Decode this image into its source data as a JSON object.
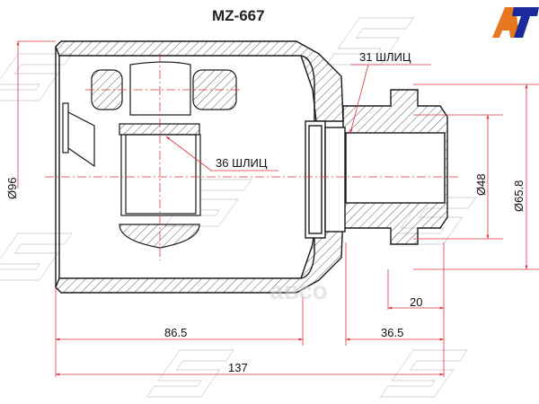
{
  "title": "MZ-667",
  "brand": {
    "logo_text_left": "A",
    "logo_text_right": "T",
    "color_left": "#e8761e",
    "color_right": "#1a2a9c",
    "watermark_text": "SAT"
  },
  "part": {
    "type": "CV joint (inner)",
    "callouts": [
      {
        "id": "outer_spline",
        "label": "31 ШЛИЦ"
      },
      {
        "id": "inner_spline",
        "label": "36 ШЛИЦ"
      }
    ]
  },
  "dimensions": {
    "outer_diameter": "Ø96",
    "seal_diameter": "Ø48",
    "flange_diameter": "Ø65.8",
    "length_body": "86.5",
    "length_stem": "36.5",
    "length_stem_tip": "20",
    "length_total": "137"
  },
  "site_watermark": "aвсо",
  "colors": {
    "dimension_line": "#d9363e",
    "outline": "#1a1a1a",
    "hatch": "#333333",
    "watermark": "#c8c8c8"
  }
}
